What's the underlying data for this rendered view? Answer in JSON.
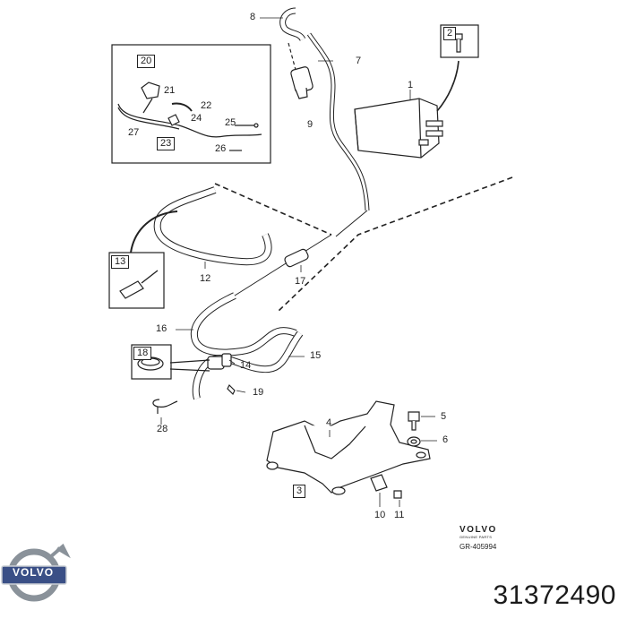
{
  "callouts": {
    "c1": "1",
    "c2": "2",
    "c3": "3",
    "c4": "4",
    "c5": "5",
    "c6": "6",
    "c7": "7",
    "c8": "8",
    "c9": "9",
    "c10": "10",
    "c11": "11",
    "c12": "12",
    "c13": "13",
    "c14": "14",
    "c15": "15",
    "c16": "16",
    "c17": "17",
    "c18": "18",
    "c19": "19",
    "c20": "20",
    "c21": "21",
    "c22": "22",
    "c23": "23",
    "c24": "24",
    "c25": "25",
    "c26": "26",
    "c27": "27",
    "c28": "28"
  },
  "brand": {
    "name": "VOLVO",
    "subtitle": "GENUINE PARTS",
    "reference": "GR-405994"
  },
  "logo": {
    "word": "VOLVO"
  },
  "part_number": "31372490",
  "colors": {
    "ink": "#222222",
    "logo_steel": "#8a929a",
    "logo_badge": "#3a4f86"
  }
}
